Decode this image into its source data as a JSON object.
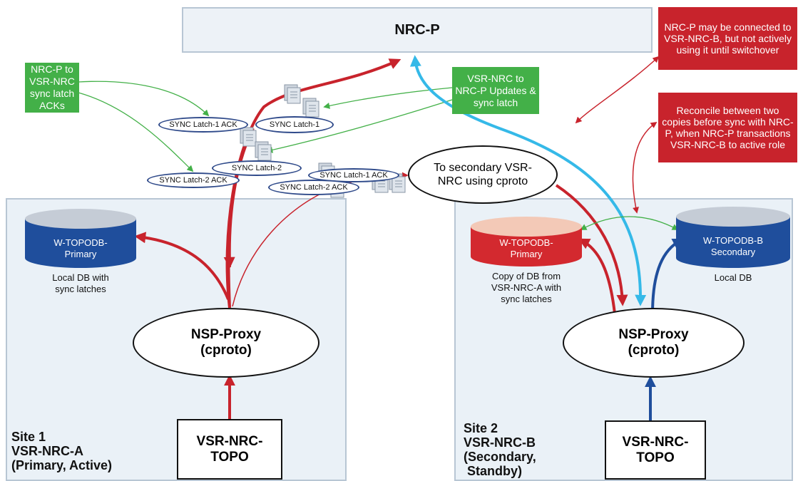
{
  "nrcp": "NRC-P",
  "notes": {
    "green_acks": "NRC-P to VSR-NRC sync latch ACKs",
    "green_updates": "VSR-NRC to NRC-P Updates & sync latch",
    "red_connected": "NRC-P may be connected to VSR-NRC-B, but not actively using it until switchover",
    "red_reconcile": "Reconcile between two copies before sync with NRC-P, when NRC-P transactions VSR-NRC-B to active role"
  },
  "pills": {
    "latch1_ack_left": "SYNC Latch-1 ACK",
    "latch1": "SYNC Latch-1",
    "latch2": "SYNC Latch-2",
    "latch2_ack_left": "SYNC Latch-2 ACK",
    "latch1_ack_right": "SYNC Latch-1 ACK",
    "latch2_ack_right": "SYNC Latch-2 ACK"
  },
  "secondary_target": "To secondary VSR-NRC using cproto",
  "site1": {
    "label": "Site 1\nVSR-NRC-A\n(Primary, Active)",
    "db_name": "W-TOPODB-\nPrimary",
    "db_caption": "Local DB with\nsync latches",
    "proxy": "NSP-Proxy\n(cproto)",
    "topo": "VSR-NRC-\nTOPO"
  },
  "site2": {
    "label": "Site 2\nVSR-NRC-B\n(Secondary,\n Standby)",
    "db_copy_name": "W-TOPODB-\nPrimary",
    "db_copy_caption": "Copy of DB from\nVSR-NRC-A with\nsync latches",
    "db_local_name": "W-TOPODB-B\nSecondary",
    "db_local_caption": "Local DB",
    "proxy": "NSP-Proxy\n(cproto)",
    "topo": "VSR-NRC-\nTOPO"
  },
  "colors": {
    "green": "#43b048",
    "red": "#c8232c",
    "blue_db": "#1f4e9c",
    "light_blue_arrow": "#35b9e8",
    "dark_blue_arrow": "#1f4e9c"
  }
}
